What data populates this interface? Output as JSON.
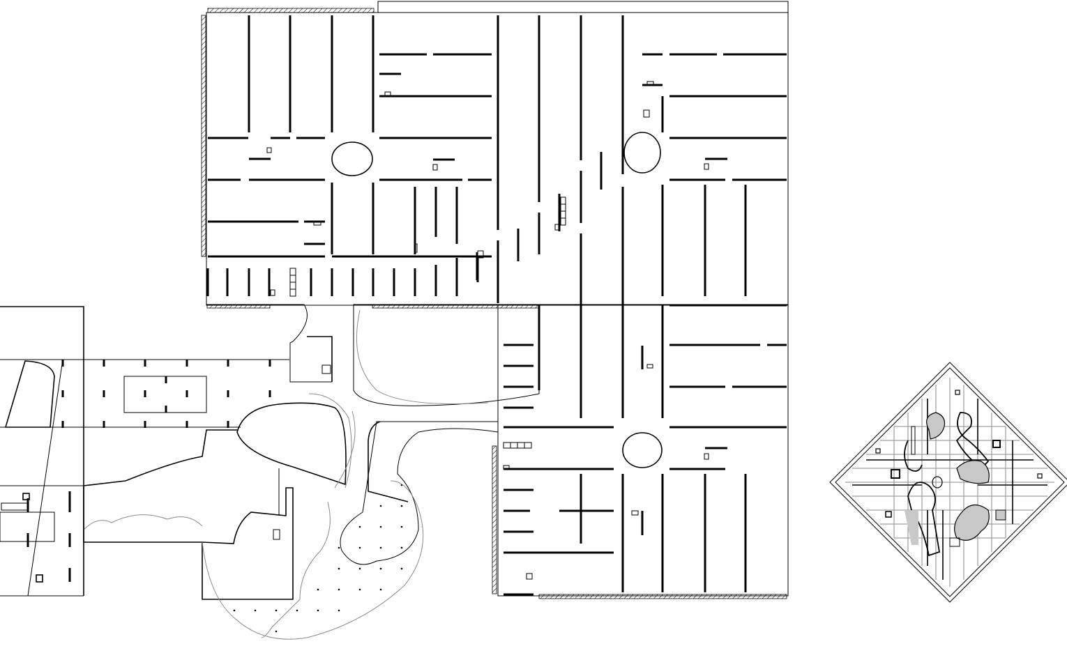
{
  "plans": [
    {
      "id": "main-floor-plan",
      "kind": "partition-layout"
    },
    {
      "id": "diamond-key-plan",
      "kind": "overview-rotated"
    }
  ],
  "colors": {
    "line": "#000000",
    "landscape": "#8a8a8a",
    "fill_grey": "#c8c8c8",
    "background": "#ffffff"
  }
}
